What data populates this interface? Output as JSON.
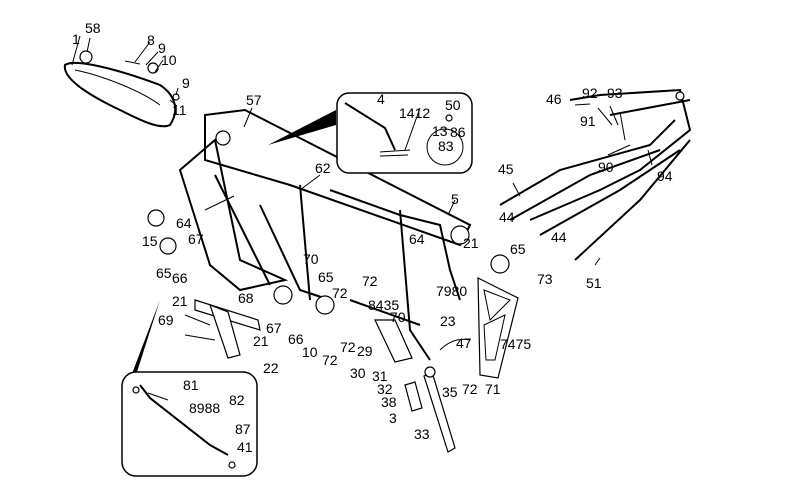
{
  "diagram": {
    "title": "Frame exploded parts diagram",
    "colors": {
      "line": "#000000",
      "background": "#ffffff"
    },
    "callouts": [
      {
        "id": "c1",
        "text": "1"
      },
      {
        "id": "c58",
        "text": "58"
      },
      {
        "id": "c8",
        "text": "8"
      },
      {
        "id": "c9a",
        "text": "9"
      },
      {
        "id": "c10a",
        "text": "10"
      },
      {
        "id": "c9b",
        "text": "9"
      },
      {
        "id": "c11",
        "text": "11"
      },
      {
        "id": "c57",
        "text": "57"
      },
      {
        "id": "c4",
        "text": "4"
      },
      {
        "id": "c1412",
        "text": "1412"
      },
      {
        "id": "c50",
        "text": "50"
      },
      {
        "id": "c13",
        "text": "13"
      },
      {
        "id": "c86",
        "text": "86"
      },
      {
        "id": "c83",
        "text": "83"
      },
      {
        "id": "c62",
        "text": "62"
      },
      {
        "id": "c46",
        "text": "46"
      },
      {
        "id": "c92",
        "text": "92"
      },
      {
        "id": "c93",
        "text": "93"
      },
      {
        "id": "c91",
        "text": "91"
      },
      {
        "id": "c90",
        "text": "90"
      },
      {
        "id": "c94",
        "text": "94"
      },
      {
        "id": "c45",
        "text": "45"
      },
      {
        "id": "c44a",
        "text": "44"
      },
      {
        "id": "c44b",
        "text": "44"
      },
      {
        "id": "c51",
        "text": "51"
      },
      {
        "id": "c64a",
        "text": "64"
      },
      {
        "id": "c15",
        "text": "15"
      },
      {
        "id": "c67a",
        "text": "67"
      },
      {
        "id": "c65a",
        "text": "65"
      },
      {
        "id": "c66a",
        "text": "66"
      },
      {
        "id": "c5",
        "text": "5"
      },
      {
        "id": "c64b",
        "text": "64"
      },
      {
        "id": "c21a",
        "text": "21"
      },
      {
        "id": "c65b",
        "text": "65"
      },
      {
        "id": "c73",
        "text": "73"
      },
      {
        "id": "c70a",
        "text": "70"
      },
      {
        "id": "c65c",
        "text": "65"
      },
      {
        "id": "c72a",
        "text": "72"
      },
      {
        "id": "c72b",
        "text": "72"
      },
      {
        "id": "c7980",
        "text": "7980"
      },
      {
        "id": "c8435",
        "text": "8435"
      },
      {
        "id": "c70b",
        "text": "70"
      },
      {
        "id": "c68",
        "text": "68"
      },
      {
        "id": "c21b",
        "text": "21"
      },
      {
        "id": "c69",
        "text": "69"
      },
      {
        "id": "c67b",
        "text": "67"
      },
      {
        "id": "c21c",
        "text": "21"
      },
      {
        "id": "c66b",
        "text": "66"
      },
      {
        "id": "c10b",
        "text": "10"
      },
      {
        "id": "c72c",
        "text": "72"
      },
      {
        "id": "c72d",
        "text": "72"
      },
      {
        "id": "c29",
        "text": "29"
      },
      {
        "id": "c22",
        "text": "22"
      },
      {
        "id": "c23",
        "text": "23"
      },
      {
        "id": "c47",
        "text": "47"
      },
      {
        "id": "c7475",
        "text": "7475"
      },
      {
        "id": "c30",
        "text": "30"
      },
      {
        "id": "c31",
        "text": "31"
      },
      {
        "id": "c32",
        "text": "32"
      },
      {
        "id": "c72e",
        "text": "72"
      },
      {
        "id": "c71",
        "text": "71"
      },
      {
        "id": "c35",
        "text": "35"
      },
      {
        "id": "c38",
        "text": "38"
      },
      {
        "id": "c3",
        "text": "3"
      },
      {
        "id": "c33",
        "text": "33"
      },
      {
        "id": "c81",
        "text": "81"
      },
      {
        "id": "c8988",
        "text": "8988"
      },
      {
        "id": "c82",
        "text": "82"
      },
      {
        "id": "c87",
        "text": "87"
      },
      {
        "id": "c41",
        "text": "41"
      }
    ]
  }
}
